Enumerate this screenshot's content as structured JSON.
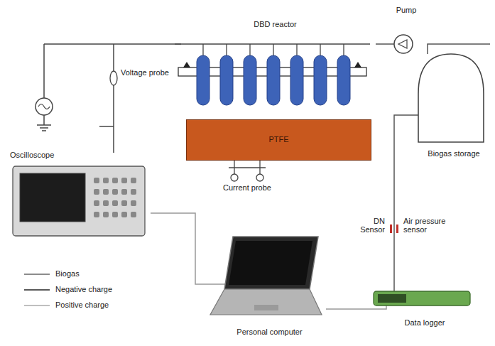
{
  "diagram": {
    "nodes": [
      {
        "text": [
          "DBD reactor"
        ]
      },
      {
        "text": [
          "Pump"
        ]
      },
      {
        "text": [
          "PTFE"
        ]
      },
      {
        "text": [
          "Biogas storage"
        ]
      },
      {
        "text": [
          "Oscilloscope"
        ]
      },
      {
        "text": [
          "Personal computer"
        ]
      },
      {
        "text": [
          "Data logger"
        ]
      }
    ],
    "edges": [
      {
        "from": 4,
        "to": 5,
        "arrow": "none"
      },
      {
        "from": 5,
        "to": 6,
        "arrow": "none"
      },
      {
        "from": 0,
        "to": 1,
        "arrow": "none"
      },
      {
        "from": 1,
        "to": 3,
        "arrow": "none"
      },
      {
        "from": 3,
        "to": 6,
        "arrow": "none"
      }
    ],
    "labels": [
      "Voltage probe",
      "Current probe",
      "DN Sensor",
      "Air pressure sensor"
    ],
    "legend": [
      {
        "text": "Biogas"
      },
      {
        "text": "Negative charge"
      },
      {
        "text": "Positive charge"
      }
    ]
  }
}
